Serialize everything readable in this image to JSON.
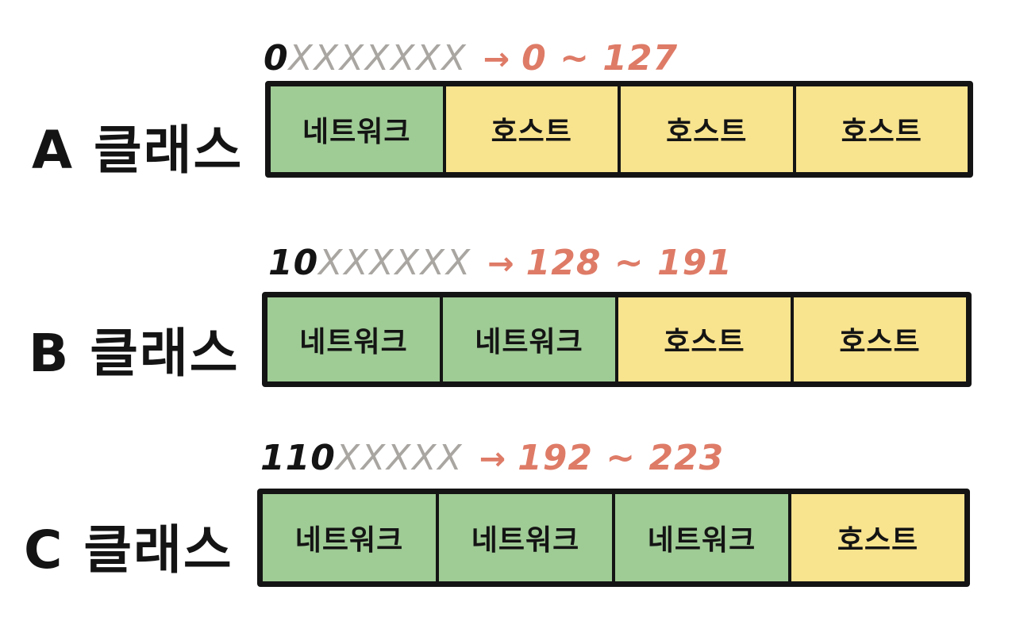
{
  "colors": {
    "network": "#9fcb95",
    "host": "#f8e38e",
    "range": "#de7b67",
    "mask": "#a9a6a2",
    "outline": "#141414"
  },
  "classes": [
    {
      "label": "A 클래스",
      "prefix": "0",
      "mask": "XXXXXXX",
      "arrow": "→",
      "range": "0 ~ 127",
      "octets": [
        "네트워크",
        "호스트",
        "호스트",
        "호스트"
      ]
    },
    {
      "label": "B 클래스",
      "prefix": "10",
      "mask": "XXXXXX",
      "arrow": "→",
      "range": "128 ~ 191",
      "octets": [
        "네트워크",
        "네트워크",
        "호스트",
        "호스트"
      ]
    },
    {
      "label": "C 클래스",
      "prefix": "110",
      "mask": "XXXXX",
      "arrow": "→",
      "range": "192 ~ 223",
      "octets": [
        "네트워크",
        "네트워크",
        "네트워크",
        "호스트"
      ]
    }
  ]
}
